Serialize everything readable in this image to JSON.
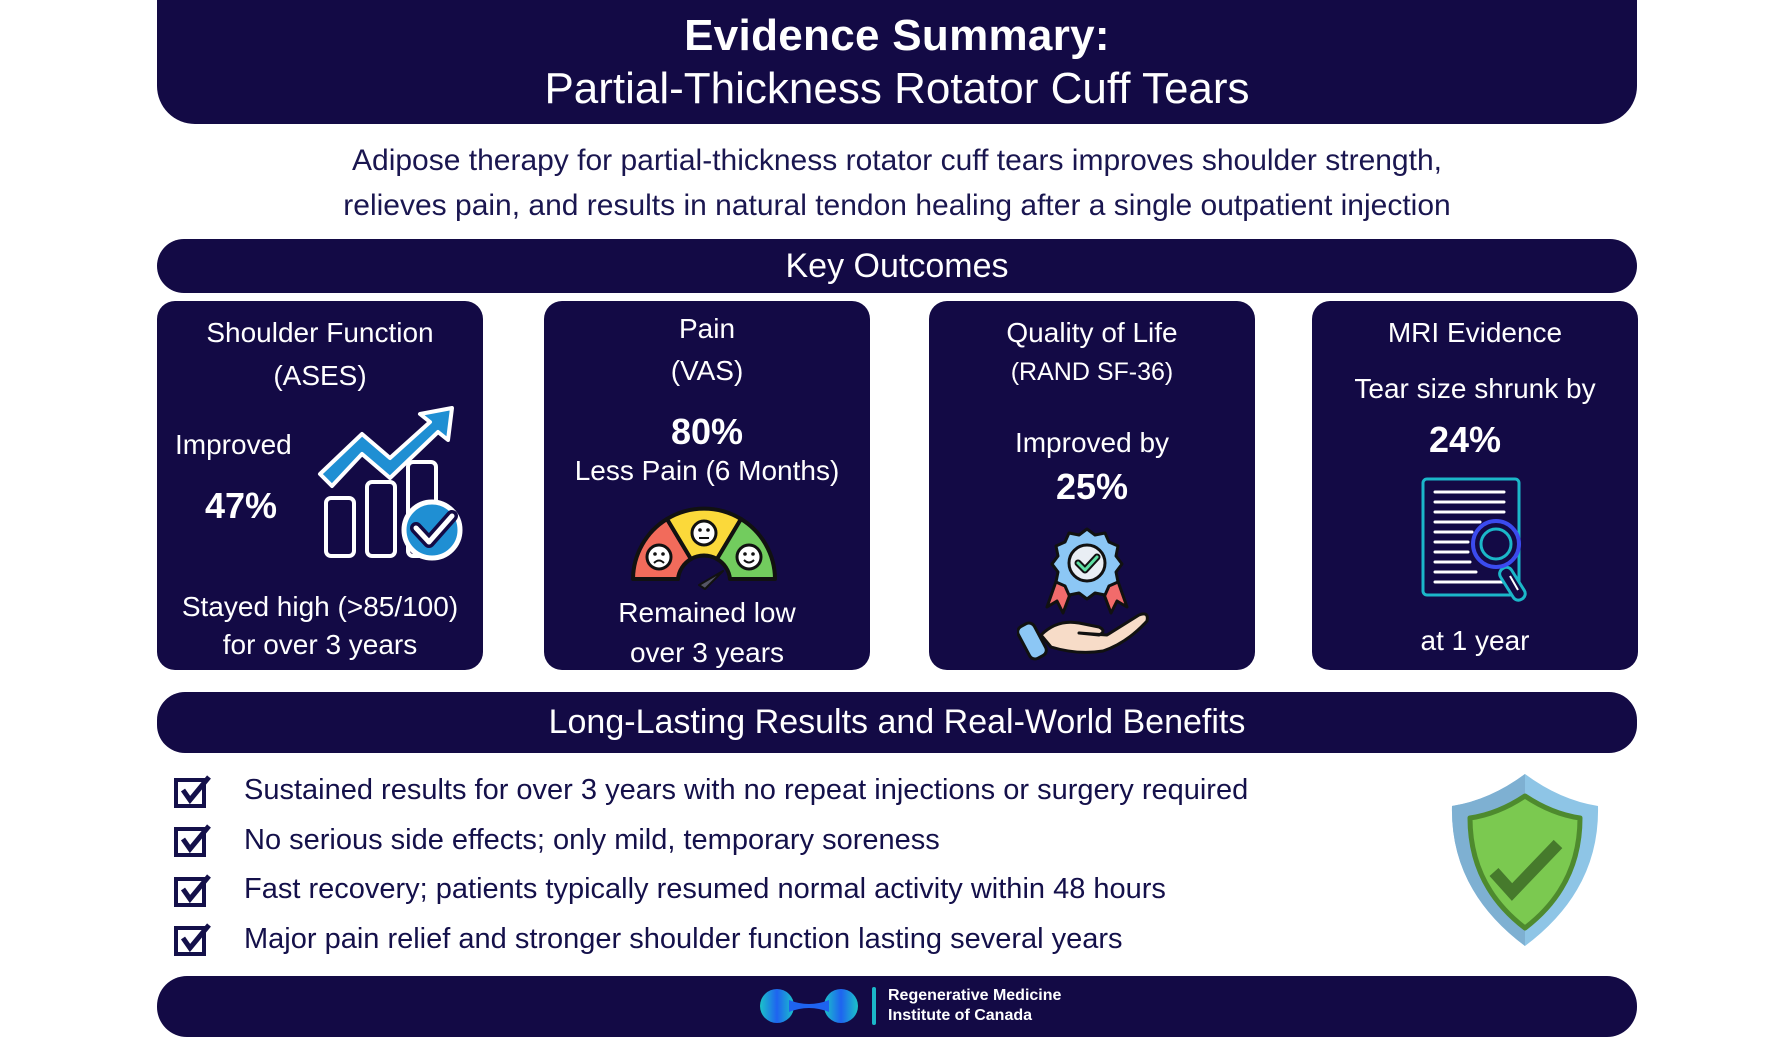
{
  "header": {
    "title": "Evidence Summary:",
    "subtitle": "Partial-Thickness Rotator Cuff Tears"
  },
  "intro": {
    "line1": "Adipose therapy for partial-thickness rotator cuff tears improves shoulder strength,",
    "line2": "relieves pain, and results in natural tendon healing after a single outpatient injection"
  },
  "key_outcomes": {
    "heading": "Key Outcomes",
    "cards": [
      {
        "title": "Shoulder Function",
        "subtitle": "(ASES)",
        "label": "Improved",
        "value": "47%",
        "note_line1": "Stayed high (>85/100)",
        "note_line2": "for over 3 years",
        "icon": "growth-chart-check-icon"
      },
      {
        "title": "Pain",
        "subtitle": "(VAS)",
        "value": "80%",
        "label": "Less Pain (6 Months)",
        "note_line1": "Remained low",
        "note_line2": "over 3 years",
        "icon": "pain-gauge-icon"
      },
      {
        "title": "Quality of Life",
        "subtitle": "(RAND SF-36)",
        "label": "Improved by",
        "value": "25%",
        "icon": "award-hand-icon"
      },
      {
        "title": "MRI Evidence",
        "label": "Tear size shrunk by",
        "value": "24%",
        "note_line1": "at 1 year",
        "icon": "document-magnifier-icon"
      }
    ]
  },
  "benefits": {
    "heading": "Long-Lasting Results and Real-World Benefits",
    "items": [
      "Sustained results for over 3 years with no repeat injections or surgery required",
      "No serious side effects; only mild, temporary soreness",
      "Fast recovery; patients typically resumed normal activity within 48 hours",
      "Major pain relief and stronger shoulder function lasting several years"
    ],
    "icon": "shield-check-icon"
  },
  "footer": {
    "org_line1": "Regenerative Medicine",
    "org_line2": "Institute of Canada"
  },
  "colors": {
    "navy": "#130a45",
    "accent_blue": "#1f8fd3",
    "teal": "#1bb7c9",
    "gauge_red": "#f26b5b",
    "gauge_yellow": "#fbd93a",
    "gauge_green": "#72cc5e",
    "shield_green": "#7bc950",
    "shield_blue": "#8ec5e6"
  }
}
